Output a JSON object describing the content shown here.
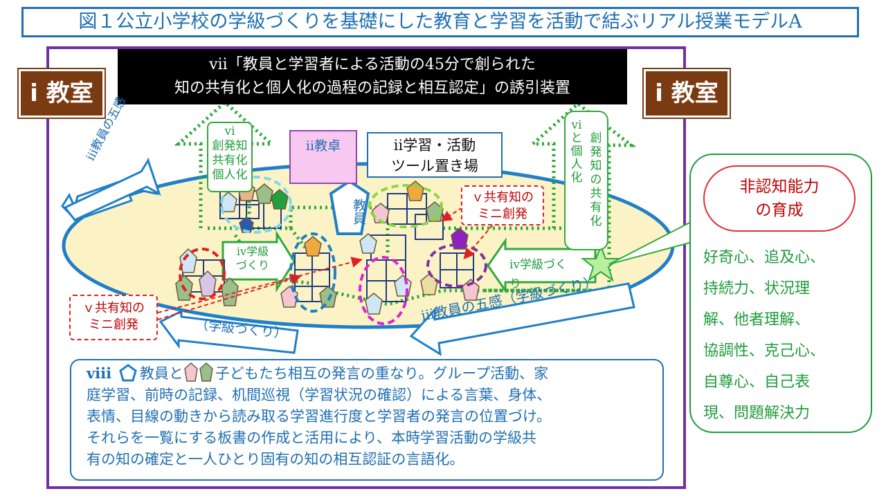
{
  "title": "図１公立小学校の学級づくりを基礎にした教育と学習を活動で結ぶリアル授業モデルA",
  "classroom_left": "ⅰ 教室",
  "classroom_right": "ⅰ 教室",
  "vii": {
    "line1": "ⅶ「教員と学習者による活動の45分で創られた",
    "line2": "知の共有化と個人化の過程の記録と相互認定」の誘引装置"
  },
  "kyotaku_label": "ⅱ教卓",
  "tools": {
    "line1": "ⅱ学習・活動",
    "line2": "ツール置き場"
  },
  "teacher_label": "教員",
  "vi_left": {
    "line1": "ⅵ",
    "line2": "創発知",
    "line3": "共有化",
    "line4": "個人化"
  },
  "vi_right": {
    "col1": [
      "ⅵ",
      "と",
      "個",
      "人",
      "化"
    ],
    "col2": [
      "創",
      "発",
      "知",
      "の",
      "共",
      "有",
      "化"
    ]
  },
  "iii_left": [
    "ⅲ",
    "教",
    "員",
    "の",
    "五",
    "感"
  ],
  "iii_bottom_left": "（学級づくり）",
  "iii_bottom_right": "ⅲ教員の五感（学級づくり）",
  "iv_left": {
    "line1": "ⅳ学級",
    "line2": "づくり"
  },
  "iv_right": {
    "main": "ⅳ学級づく",
    "tail": "り"
  },
  "v_top": {
    "line1": "ｖ共有知の",
    "line2": "ミニ創発"
  },
  "v_left": {
    "line1": "ｖ共有知の",
    "line2": "ミニ創発"
  },
  "noncognitive": {
    "line1": "非認知能力",
    "line2": "の育成"
  },
  "skills": [
    "好奇心、追及心、",
    "持続力、状況理",
    "解、他者理解、",
    "協調性、克己心、",
    "自尊心、自己表",
    "現、問題解決力"
  ],
  "viii": {
    "prefix": "ⅷ",
    "part1": "教員と",
    "part2": "子どもたち相互の発言の重なり。グループ活動、家",
    "lines": [
      "庭学習、前時の記録、机間巡視（学習状況の確認）による言葉、身体、",
      "表情、目線の動きから読み取る学習進行度と学習者の発言の位置づけ。",
      "それらを一覧にする板書の作成と活用により、本時学習活動の学級共",
      "有の知の確定と一人ひとり固有の知の相互認証の言語化。"
    ]
  },
  "colors": {
    "title_blue": "#1f6fb2",
    "frame_purple": "#7030a0",
    "classroom_brown": "#7b3b12",
    "green_text": "#1f9c3a",
    "red_text": "#c00000",
    "floor_yellow": "#fbf3c6"
  }
}
